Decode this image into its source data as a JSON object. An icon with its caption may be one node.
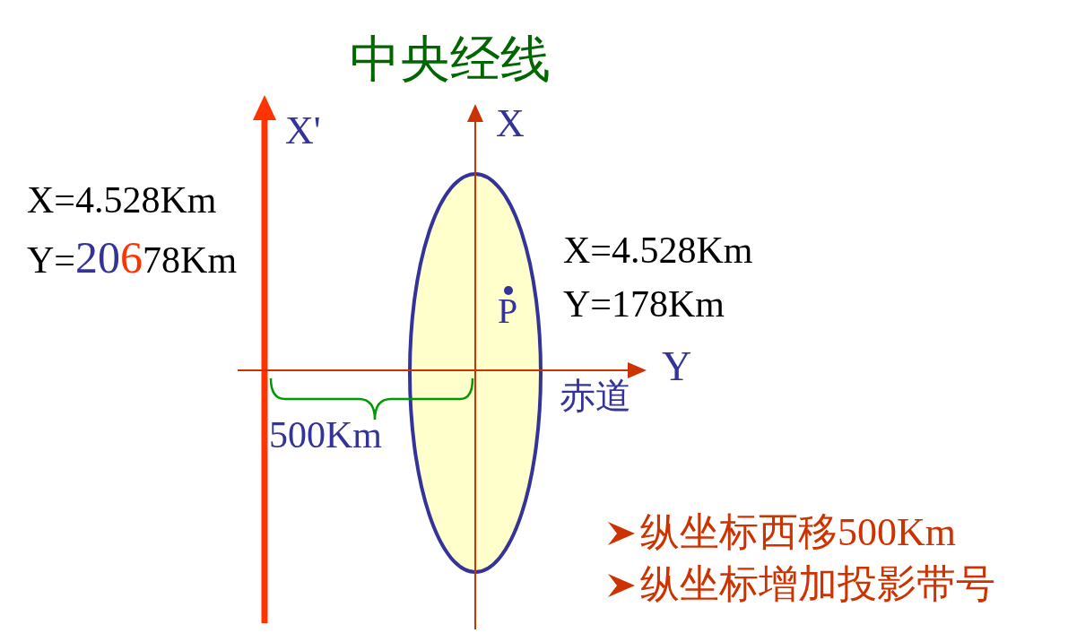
{
  "diagram": {
    "title": "中央经线",
    "nodes": [
      {
        "text": [
          "P"
        ]
      }
    ],
    "labels": [
      "X'",
      "X",
      "X=4.528Km",
      "Y=20678Km",
      "X=4.528Km",
      "Y=178Km",
      "Y",
      "赤道",
      "500Km",
      "纵坐标西移500Km",
      "纵坐标增加投影带号"
    ]
  }
}
